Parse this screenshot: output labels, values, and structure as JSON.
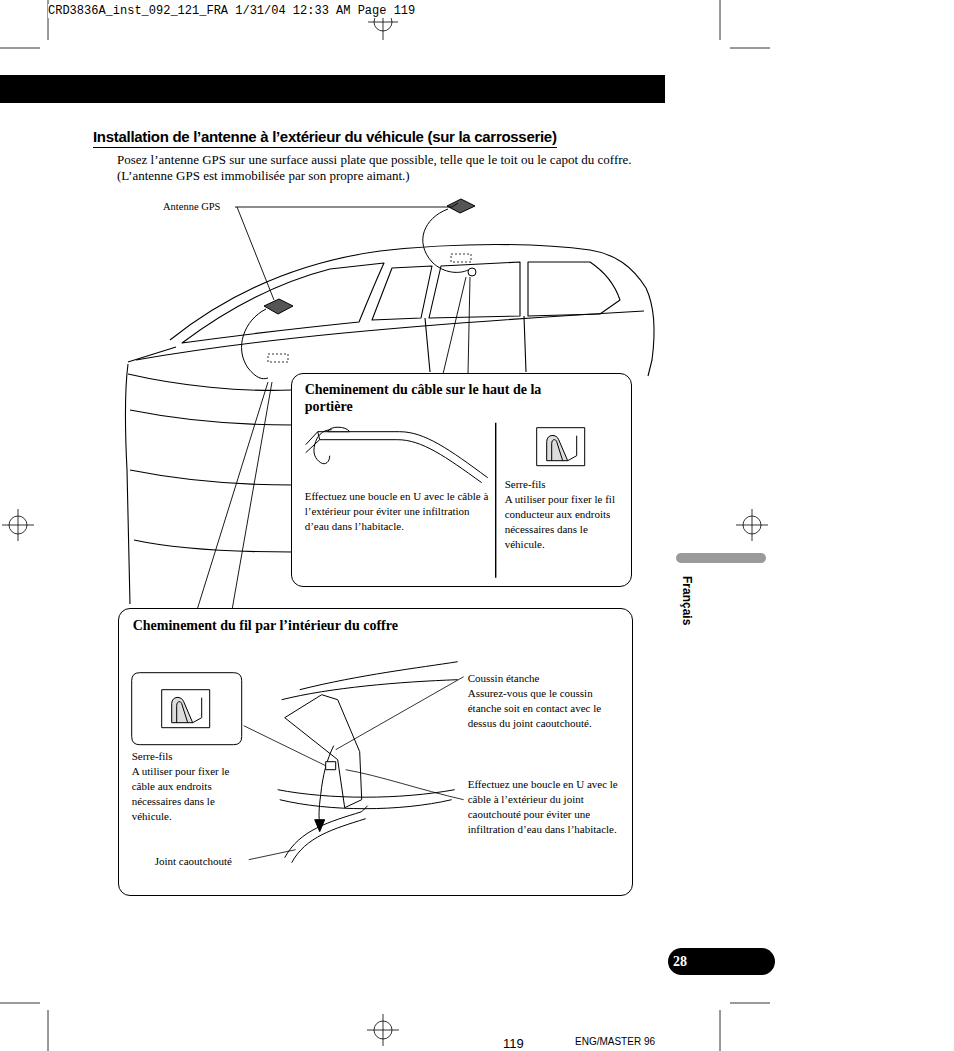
{
  "diagram": {
    "title": "Installation de l’antenne à l’extérieur du véhicule (sur la carrosserie)",
    "nodes": [
      {
        "text": [
          "Cheminement du câble sur le haut de la portière",
          "Effectuez une boucle en U avec le câble à l’extérieur pour éviter une infiltration d’eau dans l’habitacle.",
          "Serre-fils",
          "A utiliser pour fixer le fil conducteur aux endroits nécessaires dans le véhicule."
        ]
      },
      {
        "text": [
          "Cheminement du fil par l’intérieur du coffre",
          "Serre-fils",
          "A utiliser pour fixer le câble aux endroits nécessaires dans le véhicule.",
          "Joint caoutchouté",
          "Coussin étanche",
          "Assurez-vous que le coussin étanche soit en contact avec le dessus du joint caoutchouté.",
          "Effectuez une boucle en U avec le câble à l’extérieur du joint caoutchouté pour éviter une infiltration d’eau dans l’habitacle."
        ]
      }
    ],
    "labels": [
      "CRD3836A_inst_092_121_FRA 1/31/04 12:33 AM Page 119",
      "Posez l’antenne GPS sur une surface aussi plate que possible, telle que le toit ou le capot du coffre. (L’antenne GPS est immobilisée par son propre aimant.)",
      "Antenne GPS",
      "Français",
      "28",
      "119",
      "ENG/MASTER 96"
    ]
  }
}
